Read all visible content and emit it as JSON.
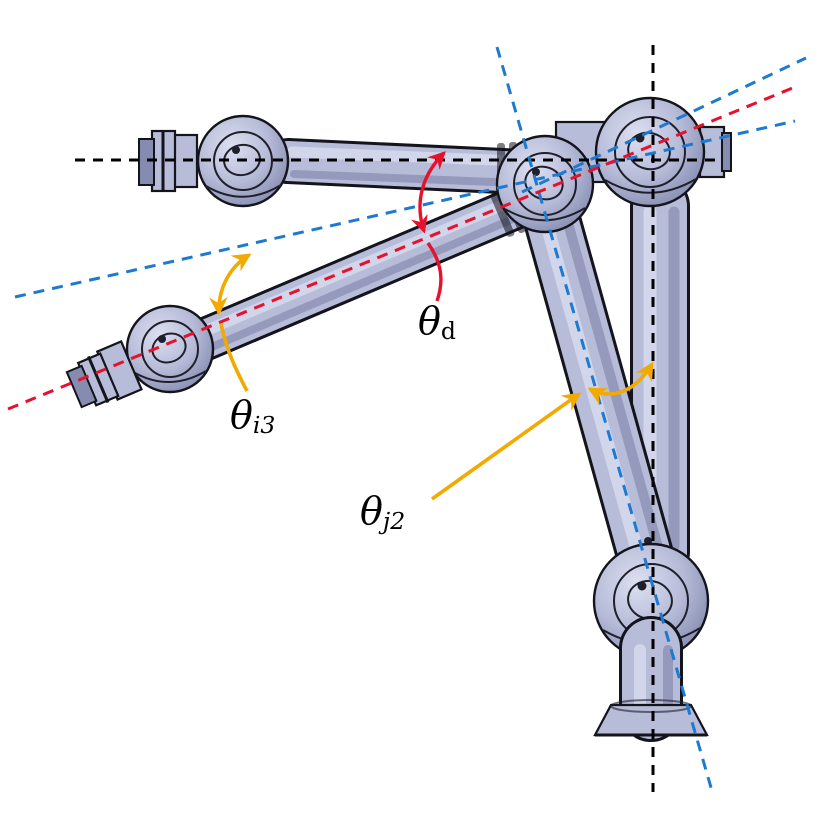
{
  "figure": {
    "type": "robot-arm-joint-angle-diagram",
    "labels": {
      "theta_d": {
        "base": "θ",
        "sub": "d"
      },
      "theta_i3": {
        "base": "θ",
        "sub": "i3"
      },
      "theta_j2": {
        "base": "θ",
        "sub": "j2"
      }
    },
    "colors": {
      "page_bg": "#ffffff",
      "reference_black": "#000000",
      "axis_blue": "#1e7ad0",
      "axis_red": "#e8112d",
      "angle_yellow": "#f2a900",
      "label_text": "#000000",
      "robot_body": "#b7bcd8",
      "robot_body_dark": "#868cb0",
      "robot_body_light": "#d7dbee",
      "robot_outline": "#14141c"
    }
  }
}
